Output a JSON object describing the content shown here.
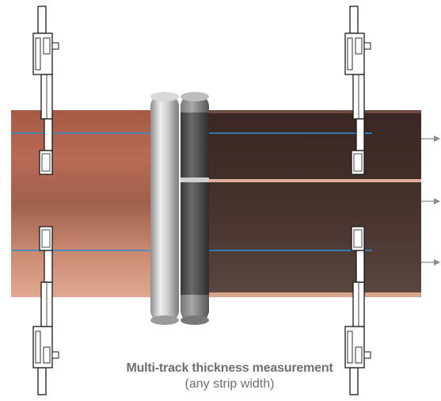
{
  "caption": {
    "title": "Multi-track thickness measurement",
    "subtitle": "(any strip width)"
  },
  "colors": {
    "strip_unrolled": "#b8705a",
    "strip_rolled": "#3d2b26",
    "roll_light": "#c8c8c8",
    "roll_dark": "#5a5a5a",
    "measurement_line": "#2a8fd8",
    "output_arrow": "#8a8a8a",
    "gauge_body": "#1a1a1a"
  },
  "diagram": {
    "strip_count_tracks": 3,
    "gauge_count": 4,
    "roll_count": 2
  }
}
